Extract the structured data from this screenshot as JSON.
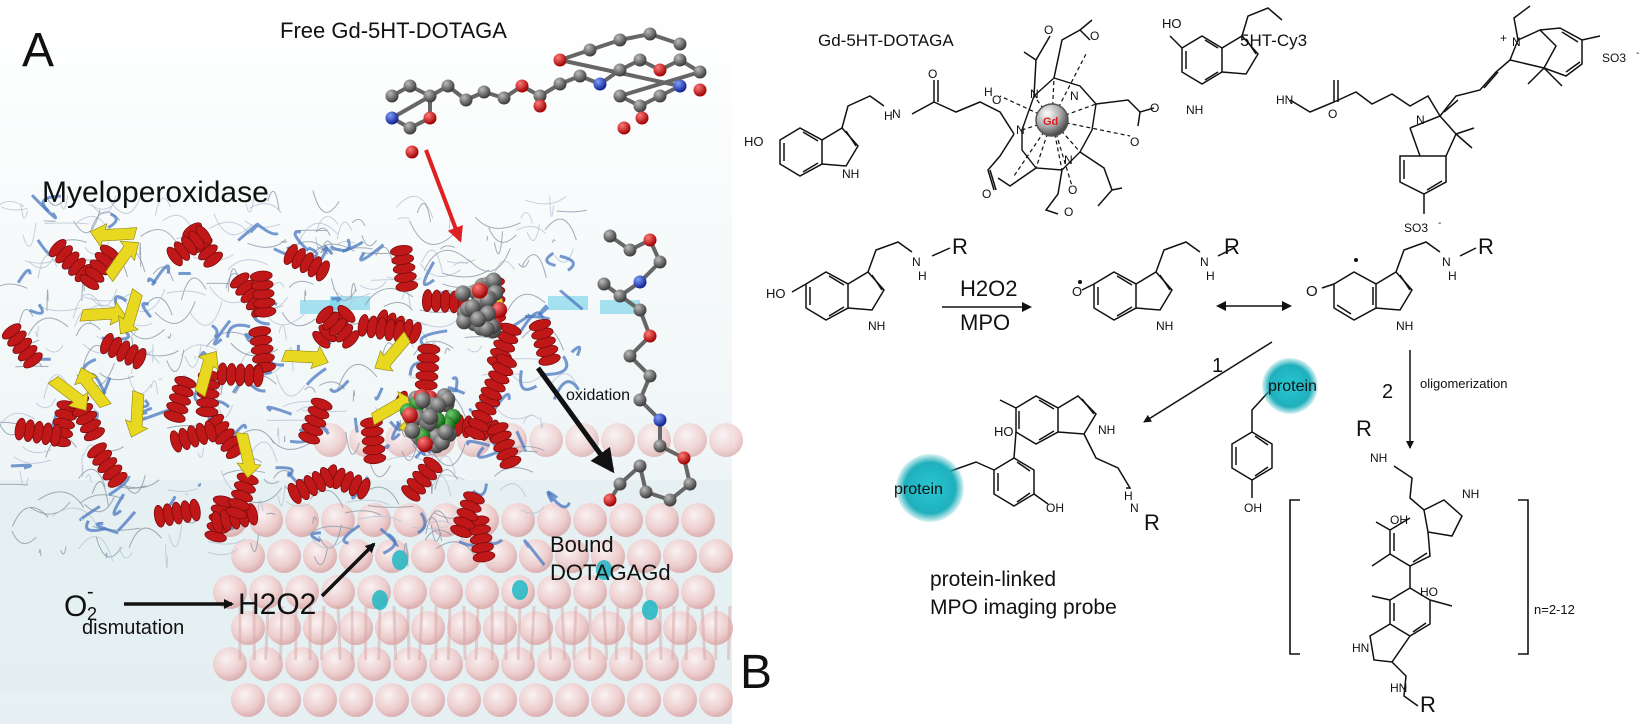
{
  "panel_a": {
    "letter": "A",
    "free_probe_label": "Free Gd-5HT-DOTAGA",
    "enzyme_label": "Myeloperoxidase",
    "oxidation_label": "oxidation",
    "bound_label_line1": "Bound",
    "bound_label_line2": "DOTAGAGd",
    "superoxide": "O",
    "superoxide_charge": "-",
    "superoxide_sub": "2",
    "dismutation_label": "dismutation",
    "h2o2": "H2O2"
  },
  "panel_b": {
    "letter": "B",
    "compound1_name": "Gd-5HT-DOTAGA",
    "compound2_name": "5HT-Cy3",
    "gd_label": "Gd",
    "reagent_top": "H2O2",
    "reagent_bottom": "MPO",
    "path1_label": "1",
    "path2_label": "2",
    "oligomerization_label": "oligomerization",
    "protein_label": "protein",
    "product_caption_line1": "protein-linked",
    "product_caption_line2": "MPO imaging probe",
    "n_label": "n=2-12",
    "r_group": "R",
    "atom_labels": {
      "ho": "HO",
      "oh": "OH",
      "nh": "NH",
      "hn": "HN",
      "h": "H",
      "n": "N",
      "o": "O",
      "so3": "SO3",
      "plus": "+",
      "minus": "-"
    }
  },
  "colors": {
    "helix_red": "#c01818",
    "sheet_yellow": "#e8d820",
    "coil_blue": "#4a78c0",
    "membrane_pink": "#f2c4c4",
    "teal_protein": "#1fb8c4",
    "arrow_red": "#e02020",
    "gd_red": "#e02020"
  }
}
